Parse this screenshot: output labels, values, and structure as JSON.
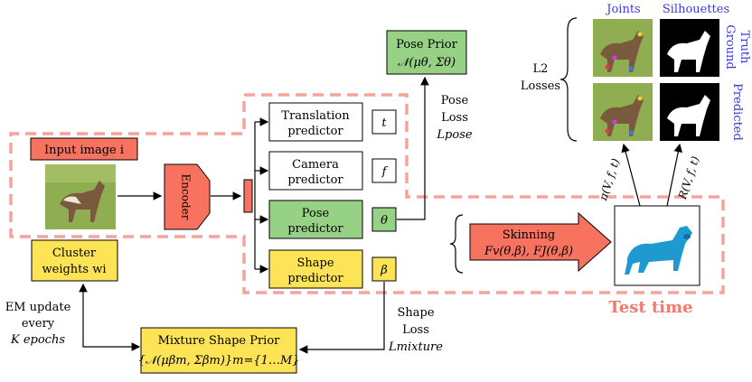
{
  "colors": {
    "red_box": "#f8735f",
    "green_box": "#97d185",
    "yellow_box": "#fde457",
    "dashed_outline": "#f6a49a",
    "label_blue": "#3b3bd6",
    "test_time": "#f07a6b",
    "dog_blue": "#1f9ad0"
  },
  "input": {
    "label": "Input image i"
  },
  "encoder": {
    "label": "Encoder"
  },
  "predictors": {
    "translation": {
      "line1": "Translation",
      "line2": "predictor",
      "symbol": "t"
    },
    "camera": {
      "line1": "Camera",
      "line2": "predictor",
      "symbol": "f"
    },
    "pose": {
      "line1": "Pose",
      "line2": "predictor",
      "symbol": "θ"
    },
    "shape": {
      "line1": "Shape",
      "line2": "predictor",
      "symbol": "β"
    }
  },
  "pose_prior": {
    "line1": "Pose Prior",
    "line2": "𝒩(μθ, Σθ)"
  },
  "pose_loss": {
    "line1": "Pose",
    "line2": "Loss",
    "line3": "Lpose"
  },
  "cluster": {
    "line1": "Cluster",
    "line2": "weights wi"
  },
  "em_update": {
    "line1": "EM update",
    "line2": "every",
    "line3": "K epochs"
  },
  "mixture": {
    "line1": "Mixture Shape Prior",
    "line2": "{𝒩(μβm, Σβm)}m={1…M}"
  },
  "shape_loss": {
    "line1": "Shape",
    "line2": "Loss",
    "line3": "Lmixture"
  },
  "skinning": {
    "line1": "Skinning",
    "line2": "Fv(θ,β), FJ(θ,β)"
  },
  "test_time": "Test time",
  "losses": {
    "line1": "L2",
    "line2": "Losses"
  },
  "columns": {
    "joints": "Joints",
    "silhouettes": "Silhouettes"
  },
  "rows": {
    "ground_truth_1": "Ground",
    "ground_truth_2": "Truth",
    "predicted": "Predicted"
  },
  "projections": {
    "joints": "π(V, f, t)",
    "silhouettes": "R(V, f, t)"
  }
}
